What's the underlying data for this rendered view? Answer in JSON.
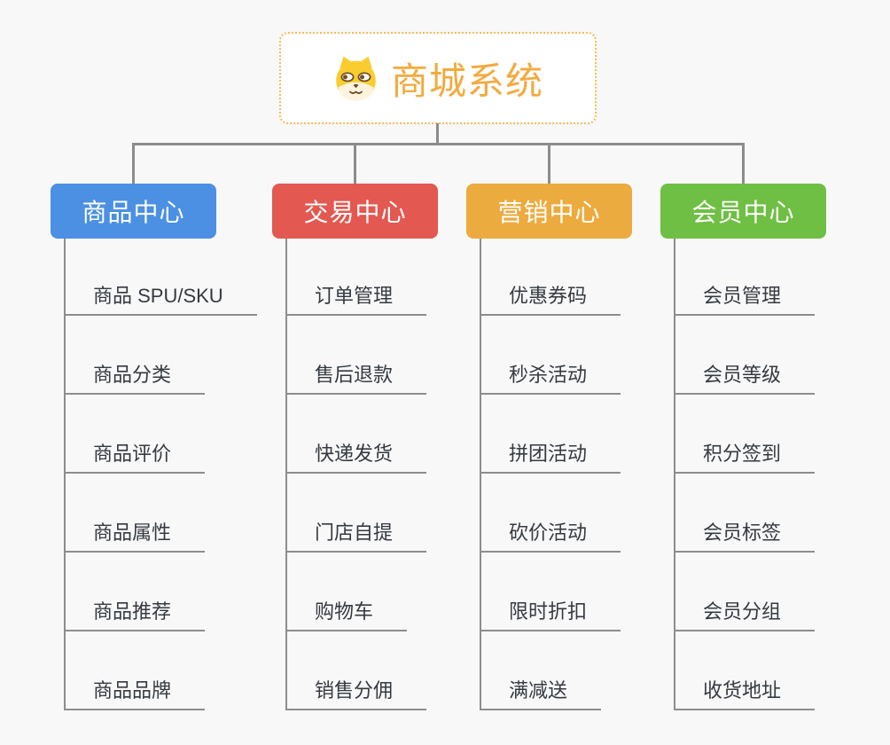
{
  "page": {
    "background": "#f8f8f8",
    "line_color": "#8c8c8c",
    "underline_color": "#8d8d8d",
    "child_text_color": "#353a40"
  },
  "root": {
    "label": "商城系统",
    "text_color": "#f3aa3e",
    "border_color": "#f6bb55",
    "background": "#ffffff",
    "icon": "shiba-dog-icon"
  },
  "branches": [
    {
      "label": "商品中心",
      "color": "#4b90e2",
      "children": [
        "商品 SPU/SKU",
        "商品分类",
        "商品评价",
        "商品属性",
        "商品推荐",
        "商品品牌"
      ]
    },
    {
      "label": "交易中心",
      "color": "#e35850",
      "children": [
        "订单管理",
        "售后退款",
        "快递发货",
        "门店自提",
        "购物车",
        "销售分佣"
      ]
    },
    {
      "label": "营销中心",
      "color": "#ecab3e",
      "children": [
        "优惠券码",
        "秒杀活动",
        "拼团活动",
        "砍价活动",
        "限时折扣",
        "满减送"
      ]
    },
    {
      "label": "会员中心",
      "color": "#6fbf44",
      "children": [
        "会员管理",
        "会员等级",
        "积分签到",
        "会员标签",
        "会员分组",
        "收货地址"
      ]
    }
  ]
}
